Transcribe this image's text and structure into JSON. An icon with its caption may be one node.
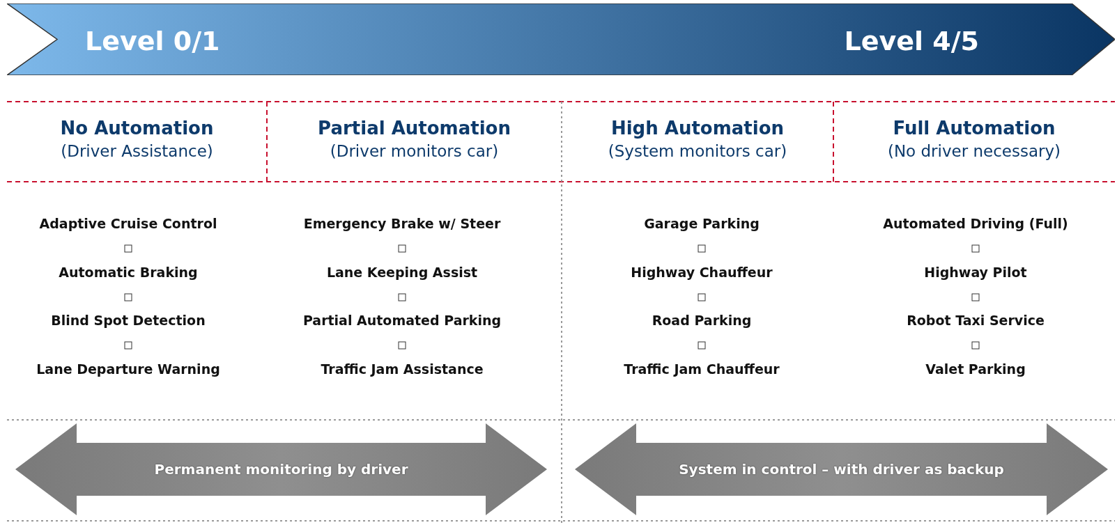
{
  "diagram": {
    "nodes": [
      {
        "text": [
          "Level 0/1",
          "Level 4/5"
        ]
      },
      {
        "text": [
          "No Automation",
          "(Driver Assistance)"
        ]
      },
      {
        "text": [
          "Partial Automation",
          "(Driver monitors car)"
        ]
      },
      {
        "text": [
          "High Automation",
          "(System monitors car)"
        ]
      },
      {
        "text": [
          "Full Automation",
          "(No driver necessary)"
        ]
      },
      {
        "text": [
          "Permanent monitoring by driver"
        ]
      },
      {
        "text": [
          "System in control – with driver as backup"
        ]
      }
    ],
    "edges": [],
    "labels": [
      "Adaptive Cruise Control",
      "Emergency Brake w/ Steer",
      "Garage Parking",
      "Automated Driving (Full)",
      "Automatic Braking",
      "Lane Keeping Assist",
      "Highway Chauffeur",
      "Highway Pilot",
      "Blind Spot Detection",
      "Partial Automated Parking",
      "Road Parking",
      "Robot Taxi Service",
      "Lane Departure Warning",
      "Traffic Jam Assistance",
      "Traffic Jam Chauffeur",
      "Valet Parking"
    ]
  }
}
